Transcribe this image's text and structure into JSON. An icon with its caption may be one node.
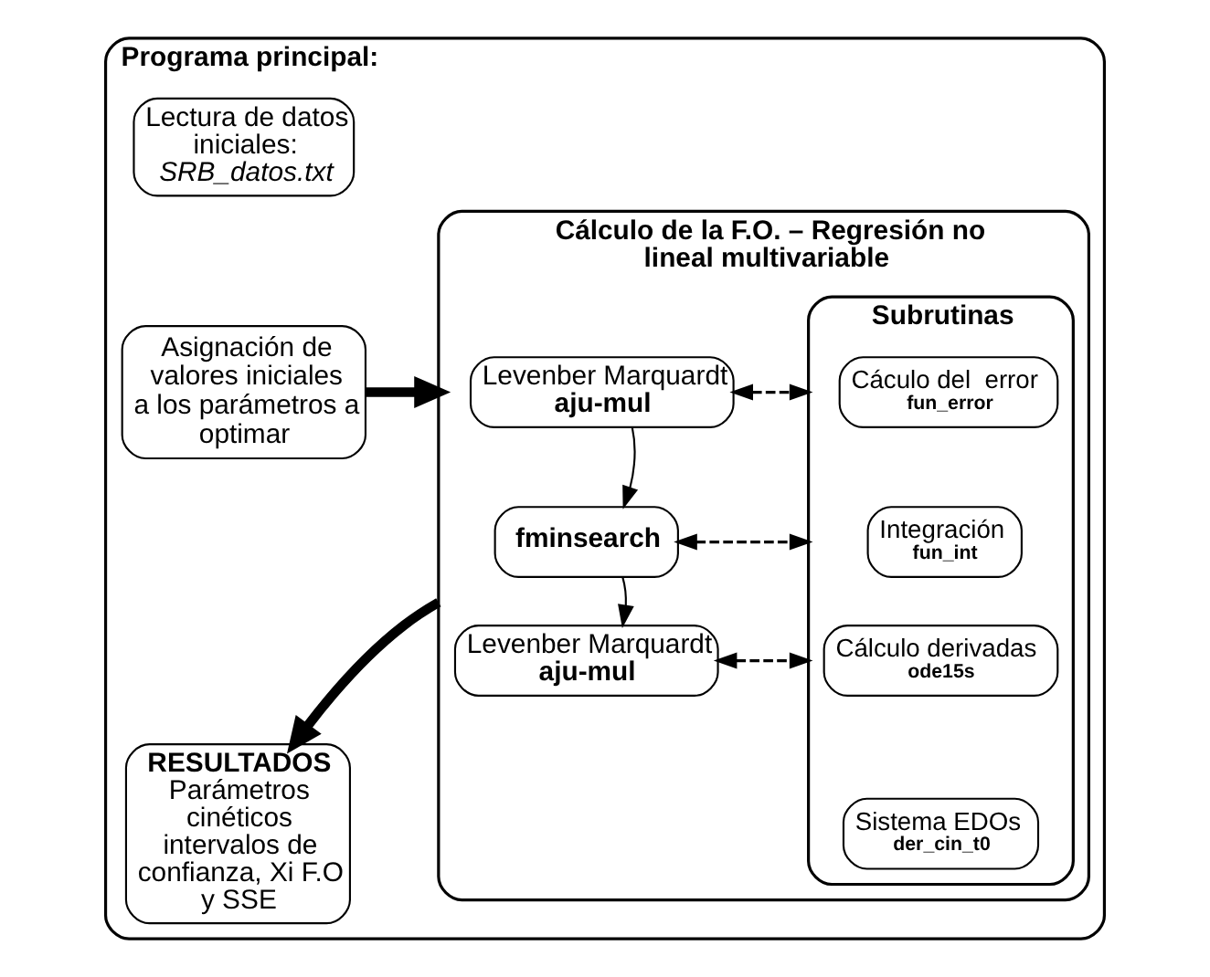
{
  "diagram": {
    "nodes": [
      {
        "text": [
          "Programa principal:"
        ]
      },
      {
        "text": [
          "Lectura de datos iniciales:",
          "SRB_datos.txt"
        ],
        "in": 0
      },
      {
        "text": [
          "Asignación de valores iniciales a los parámetros a optimar"
        ],
        "in": 0
      },
      {
        "text": [
          "RESULTADOS",
          "Parámetros cinéticos intervalos de confianza, Xi F.O y SSE"
        ],
        "in": 0
      },
      {
        "text": [
          "Cálculo de la F.O. – Regresión no lineal multivariable"
        ],
        "in": 0
      },
      {
        "text": [
          "Levenber Marquardt",
          "aju-mul"
        ],
        "in": 4
      },
      {
        "text": [
          "fminsearch"
        ],
        "in": 4
      },
      {
        "text": [
          "Levenber Marquardt",
          "aju-mul"
        ],
        "in": 4
      },
      {
        "text": [
          "Subrutinas"
        ],
        "in": 4
      },
      {
        "text": [
          "Cáculo del  error",
          "fun_error"
        ],
        "in": 8
      },
      {
        "text": [
          "Integración",
          "fun_int"
        ],
        "in": 8
      },
      {
        "text": [
          "Cálculo derivadas",
          "ode15s"
        ],
        "in": 8
      },
      {
        "text": [
          "Sistema EDOs",
          "der_cin_t0"
        ],
        "in": 8
      }
    ],
    "edges": [
      {
        "from": 2,
        "to": 4,
        "arrow": "to",
        "style": "thick"
      },
      {
        "from": 4,
        "to": 3,
        "arrow": "to",
        "style": "thick"
      },
      {
        "from": 5,
        "to": 6,
        "arrow": "to"
      },
      {
        "from": 6,
        "to": 7,
        "arrow": "to"
      },
      {
        "from": 5,
        "to": 8,
        "arrow": "both",
        "style": "dashed"
      },
      {
        "from": 6,
        "to": 8,
        "arrow": "both",
        "style": "dashed"
      },
      {
        "from": 7,
        "to": 8,
        "arrow": "both",
        "style": "dashed"
      }
    ]
  }
}
